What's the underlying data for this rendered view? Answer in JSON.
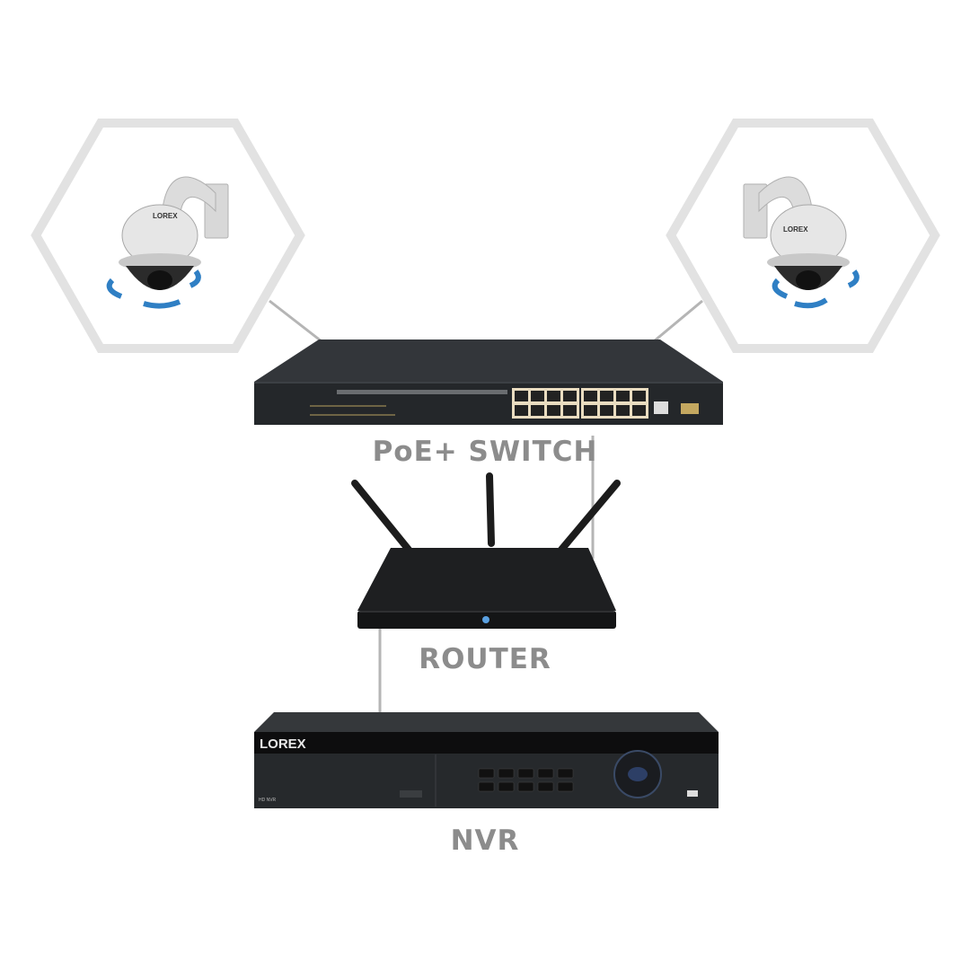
{
  "labels": {
    "switch": "PoE+ SWITCH",
    "router": "ROUTER",
    "nvr": "NVR"
  },
  "devices": {
    "camera_left": {
      "brand_logo": "LOREX",
      "icon": "ptz-dome-camera-icon"
    },
    "camera_right": {
      "brand_logo": "LOREX",
      "icon": "ptz-dome-camera-icon"
    },
    "switch": {
      "icon": "poe-switch-icon",
      "port_count": 16
    },
    "router": {
      "icon": "wireless-router-icon",
      "antennas": 3
    },
    "nvr": {
      "brand_logo": "LOREX",
      "model_logo": "HD NVR",
      "icon": "nvr-icon"
    }
  },
  "colors": {
    "hexagon": "#e2e2e2",
    "connector": "#b5b5b5",
    "device": "#2a2c2e",
    "label": "#8c8c8c",
    "rotation_arrow": "#2f7fc4",
    "port": "#e9dcc0"
  }
}
